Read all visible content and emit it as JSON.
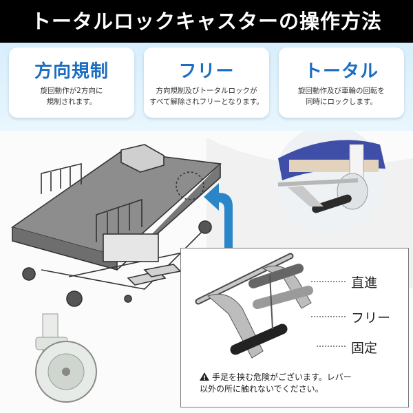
{
  "title": "トータルロックキャスターの操作方法",
  "cards": [
    {
      "heading": "方向規制",
      "line1": "旋回動作が2方向に",
      "line2": "規制されます。"
    },
    {
      "heading": "フリー",
      "line1": "方向規制及びトータルロックが",
      "line2": "すべて解除されフリーとなります。"
    },
    {
      "heading": "トータル",
      "line1": "旋回動作及び車輪の回転を",
      "line2": "同時にロックします。"
    }
  ],
  "pedal_labels": [
    "直進",
    "フリー",
    "固定"
  ],
  "warning": {
    "line1": "手足を挟む危険がございます。レバー",
    "line2": "以外の所に触れないでください。"
  },
  "colors": {
    "accent_blue": "#1b6dc1",
    "title_bg": "#000000",
    "band_bg": "#d7eefb",
    "arrow_blue": "#2a86c9"
  }
}
